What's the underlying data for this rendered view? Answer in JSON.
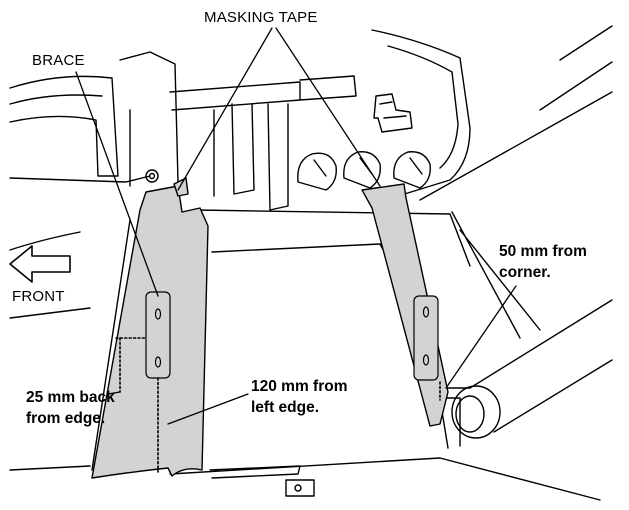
{
  "labels": {
    "masking_tape": "MASKING TAPE",
    "brace": "BRACE",
    "front": "FRONT",
    "corner_line1": "50 mm from",
    "corner_line2": "corner.",
    "left_edge_line1": "120 mm from",
    "left_edge_line2": "left edge.",
    "back_edge_line1": "25 mm back",
    "back_edge_line2": "from edge."
  },
  "colors": {
    "tape_fill": "#d3d3d3",
    "line": "#000000",
    "background": "#ffffff"
  },
  "icons": {
    "front_arrow": "arrow-left-outline-icon"
  }
}
